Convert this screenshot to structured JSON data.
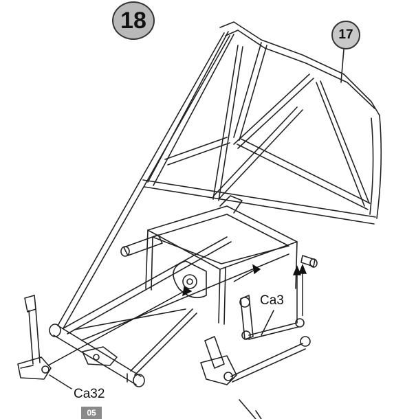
{
  "step_number": "18",
  "reference_step": "17",
  "callouts": {
    "ca3": "Ca3",
    "ca32": "Ca32"
  },
  "page_tag": "05"
}
